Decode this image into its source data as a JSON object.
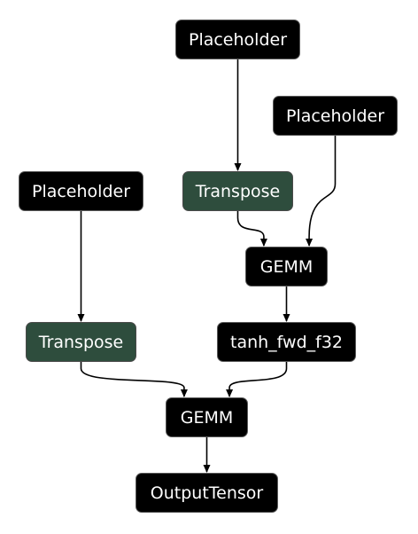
{
  "graph": {
    "colors": {
      "node_fill": "#000000",
      "transpose_fill": "#2e4d3d",
      "node_text": "#ffffff",
      "edge": "#000000",
      "background": "#ffffff"
    },
    "nodes": [
      {
        "id": "placeholder_top",
        "label": "Placeholder",
        "kind": "black"
      },
      {
        "id": "placeholder_right",
        "label": "Placeholder",
        "kind": "black"
      },
      {
        "id": "placeholder_left",
        "label": "Placeholder",
        "kind": "black"
      },
      {
        "id": "transpose_a",
        "label": "Transpose",
        "kind": "green"
      },
      {
        "id": "gemm_1",
        "label": "GEMM",
        "kind": "black"
      },
      {
        "id": "transpose_b",
        "label": "Transpose",
        "kind": "green"
      },
      {
        "id": "tanh",
        "label": "tanh_fwd_f32",
        "kind": "black"
      },
      {
        "id": "gemm_2",
        "label": "GEMM",
        "kind": "black"
      },
      {
        "id": "output",
        "label": "OutputTensor",
        "kind": "black"
      }
    ],
    "edges": [
      {
        "from": "placeholder_top",
        "to": "transpose_a"
      },
      {
        "from": "transpose_a",
        "to": "gemm_1"
      },
      {
        "from": "placeholder_right",
        "to": "gemm_1"
      },
      {
        "from": "gemm_1",
        "to": "tanh"
      },
      {
        "from": "placeholder_left",
        "to": "transpose_b"
      },
      {
        "from": "transpose_b",
        "to": "gemm_2"
      },
      {
        "from": "tanh",
        "to": "gemm_2"
      },
      {
        "from": "gemm_2",
        "to": "output"
      }
    ]
  }
}
